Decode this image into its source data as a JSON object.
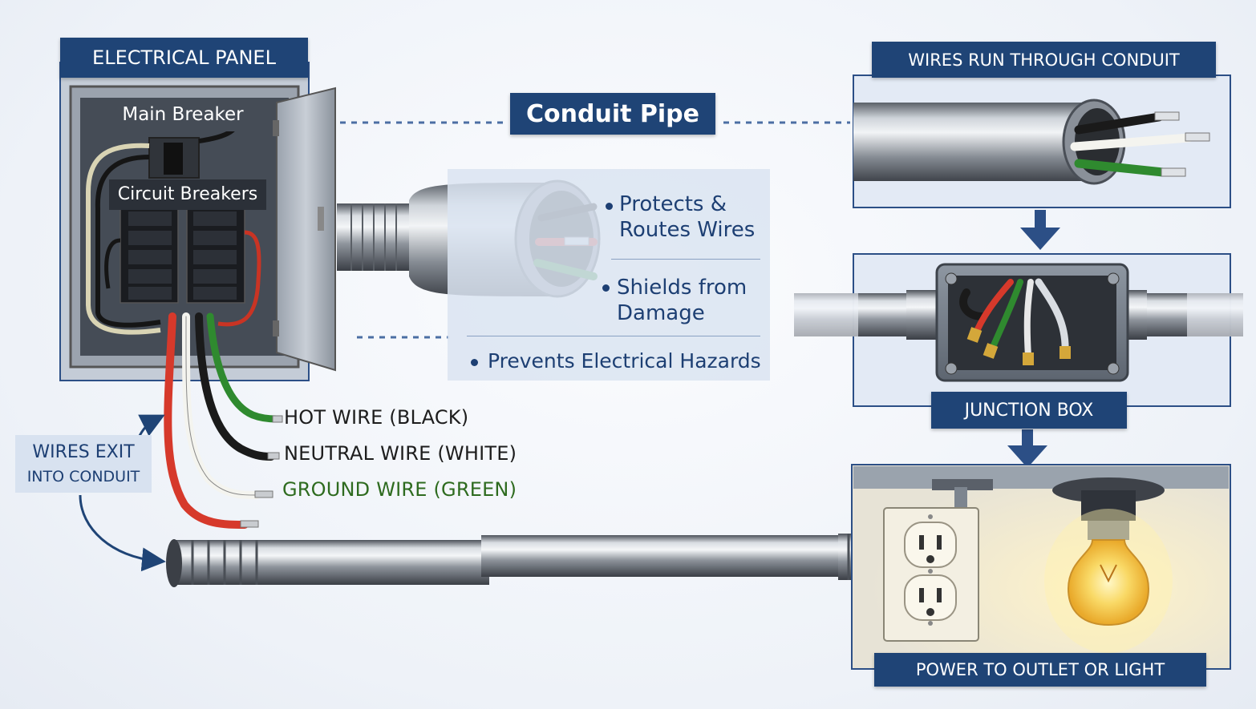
{
  "panel": {
    "title": "ELECTRICAL PANEL",
    "main_breaker_label": "Main Breaker",
    "circuit_breakers_label": "Circuit Breakers"
  },
  "conduit_pipe": {
    "title": "Conduit Pipe",
    "bullets": [
      "Protects &\nRoutes Wires",
      "Shields from\nDamage",
      "Prevents Electrical Hazards"
    ]
  },
  "wires": {
    "hot": "HOT WIRE (BLACK)",
    "neutral": "NEUTRAL WIRE (WHITE)",
    "ground": "GROUND WIRE (GREEN)"
  },
  "exit_callout": {
    "line1": "WIRES EXIT",
    "line2": "INTO CONDUIT"
  },
  "right_flow": {
    "step1": "WIRES RUN THROUGH CONDUIT",
    "step2": "JUNCTION BOX",
    "step3": "POWER TO OUTLET OR LIGHT"
  },
  "colors": {
    "navy": "#1f4476",
    "hot": "#1a1a1a",
    "neutral": "#f4f4ef",
    "ground": "#2f8a2f",
    "red": "#d6392b",
    "ground_text": "#2e6b1f"
  },
  "icons": [
    "breaker-panel-icon",
    "conduit-pipe-icon",
    "junction-box-icon",
    "outlet-icon",
    "light-bulb-icon"
  ]
}
